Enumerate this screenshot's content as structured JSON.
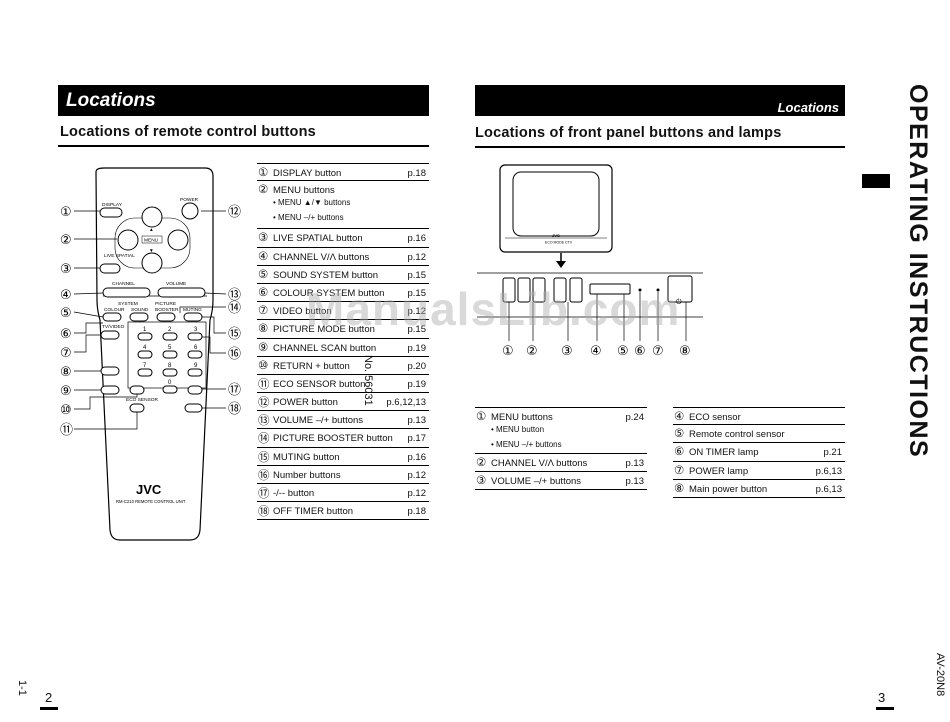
{
  "left_page": {
    "header": "Locations",
    "subtitle": "Locations of remote control buttons",
    "page_number": "2",
    "doc_number": "No. 56031",
    "page_id": "1-1"
  },
  "right_page": {
    "header": "Locations",
    "subtitle": "Locations of front panel buttons and lamps",
    "page_number": "3",
    "vertical_title": "OPERATING INSTRUCTIONS",
    "model": "AV-20N8"
  },
  "watermark": "ManualsLib.com",
  "remote": {
    "brand": "JVC",
    "model_text": "RM-C210 REMOTE CONTROL UNIT",
    "labels": {
      "display": "DISPLAY",
      "power": "POWER",
      "menu": "MENU",
      "live_spatial": "LIVE SPATIAL",
      "channel": "CHANNEL",
      "volume": "VOLUME",
      "system": "SYSTEM",
      "colour": "COLOUR",
      "sound": "SOUND",
      "picture": "PICTURE",
      "booster": "BOOSTER",
      "muting": "MUTING",
      "tv_video": "TV/VIDEO",
      "eco_sensor": "ECO SENSOR"
    },
    "digits": [
      "1",
      "2",
      "3",
      "4",
      "5",
      "6",
      "7",
      "8",
      "9",
      "0"
    ],
    "callouts": [
      "①",
      "②",
      "③",
      "④",
      "⑤",
      "⑥",
      "⑦",
      "⑧",
      "⑨",
      "⑩",
      "⑪",
      "⑫",
      "⑬",
      "⑭",
      "⑮",
      "⑯",
      "⑰",
      "⑱"
    ]
  },
  "remote_table": [
    {
      "num": "①",
      "label": "DISPLAY button",
      "ref": "p.18"
    },
    {
      "num": "②",
      "label": "MENU buttons",
      "ref": "",
      "subs": [
        "• MENU ▲/▼ buttons",
        "• MENU –/+ buttons"
      ]
    },
    {
      "num": "③",
      "label": "LIVE SPATIAL button",
      "ref": "p.16"
    },
    {
      "num": "④",
      "label": "CHANNEL V/Λ buttons",
      "ref": "p.12"
    },
    {
      "num": "⑤",
      "label": "SOUND SYSTEM button",
      "ref": "p.15"
    },
    {
      "num": "⑥",
      "label": "COLOUR SYSTEM button",
      "ref": "p.15"
    },
    {
      "num": "⑦",
      "label": "VIDEO button",
      "ref": "p.12"
    },
    {
      "num": "⑧",
      "label": "PICTURE MODE button",
      "ref": "p.15"
    },
    {
      "num": "⑨",
      "label": "CHANNEL SCAN button",
      "ref": "p.19"
    },
    {
      "num": "⑩",
      "label": "RETURN + button",
      "ref": "p.20"
    },
    {
      "num": "⑪",
      "label": "ECO SENSOR button",
      "ref": "p.19"
    },
    {
      "num": "⑫",
      "label": "POWER button",
      "ref": "p.6,12,13"
    },
    {
      "num": "⑬",
      "label": "VOLUME –/+ buttons",
      "ref": "p.13"
    },
    {
      "num": "⑭",
      "label": "PICTURE BOOSTER button",
      "ref": "p.17"
    },
    {
      "num": "⑮",
      "label": "MUTING button",
      "ref": "p.16"
    },
    {
      "num": "⑯",
      "label": "Number buttons",
      "ref": "p.12"
    },
    {
      "num": "⑰",
      "label": "-/-- button",
      "ref": "p.12"
    },
    {
      "num": "⑱",
      "label": "OFF TIMER button",
      "ref": "p.18"
    }
  ],
  "front_panel": {
    "tv_brand": "JVC",
    "tv_label": "ECO MODE CTV",
    "callouts": [
      "①",
      "②",
      "③",
      "④",
      "⑤",
      "⑥",
      "⑦",
      "⑧"
    ]
  },
  "front_table_a": [
    {
      "num": "①",
      "label": "MENU buttons",
      "ref": "p.24",
      "subs": [
        "• MENU button",
        "• MENU –/+ buttons"
      ]
    },
    {
      "num": "②",
      "label": "CHANNEL V/Λ buttons",
      "ref": "p.13"
    },
    {
      "num": "③",
      "label": "VOLUME –/+ buttons",
      "ref": "p.13"
    }
  ],
  "front_table_b": [
    {
      "num": "④",
      "label": "ECO sensor",
      "ref": ""
    },
    {
      "num": "⑤",
      "label": "Remote control sensor",
      "ref": ""
    },
    {
      "num": "⑥",
      "label": "ON TIMER lamp",
      "ref": "p.21"
    },
    {
      "num": "⑦",
      "label": "POWER lamp",
      "ref": "p.6,13"
    },
    {
      "num": "⑧",
      "label": "Main power button",
      "ref": "p.6,13"
    }
  ]
}
